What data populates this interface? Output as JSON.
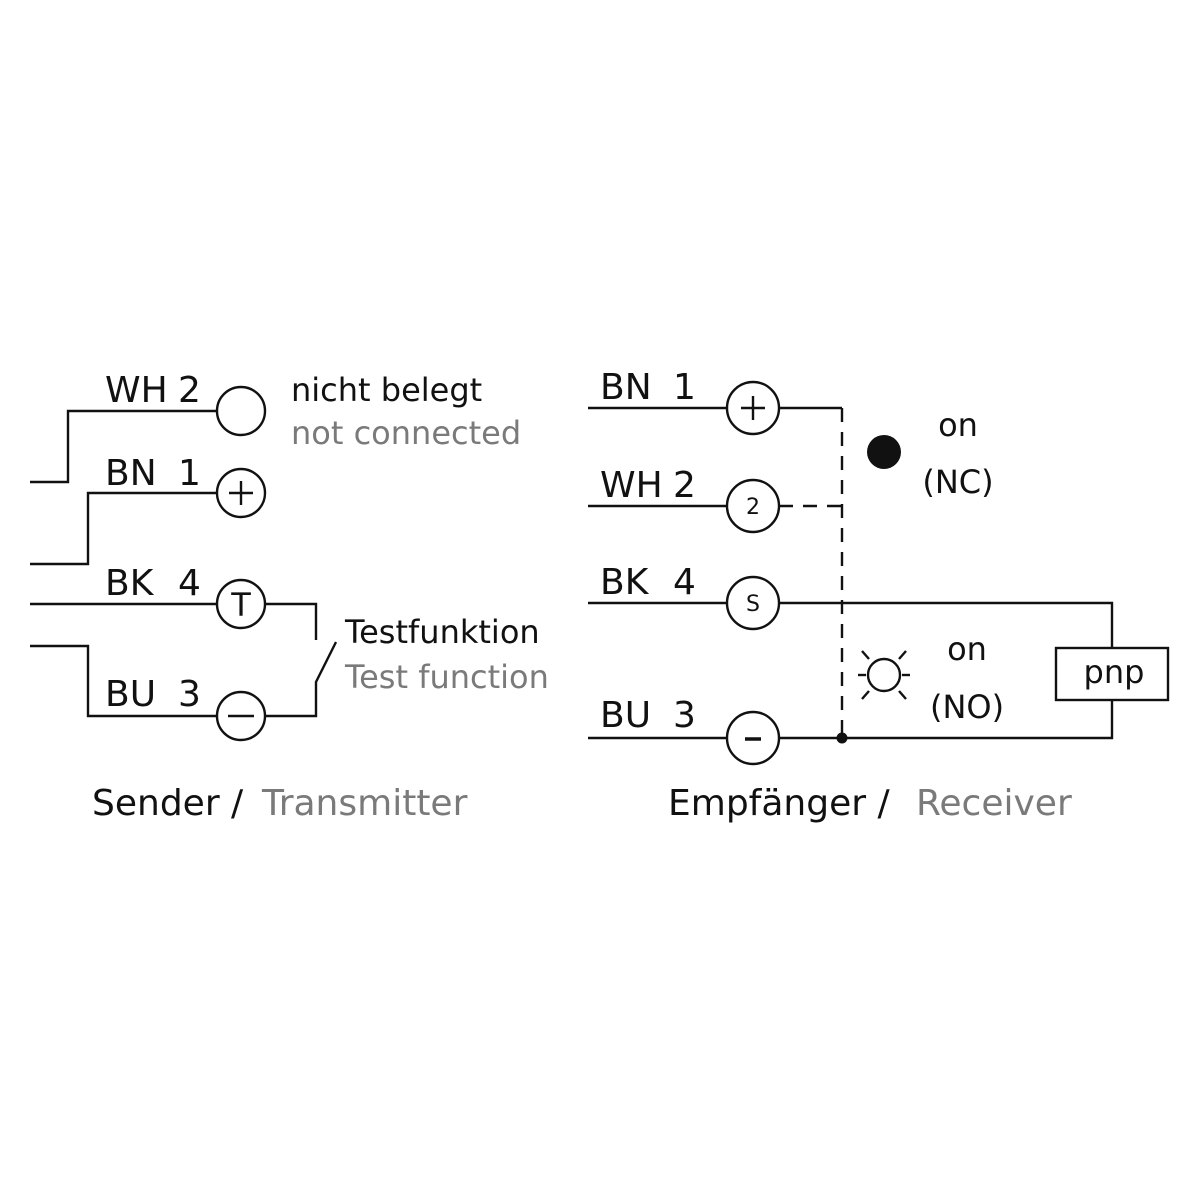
{
  "transmitter": {
    "caption_de": "Sender /",
    "caption_en": "Transmitter",
    "wires": [
      {
        "color_code": "WH",
        "pin": "2",
        "symbol": "empty"
      },
      {
        "color_code": "BN",
        "pin": "1",
        "symbol": "+"
      },
      {
        "color_code": "BK",
        "pin": "4",
        "symbol": "T"
      },
      {
        "color_code": "BU",
        "pin": "3",
        "symbol": "−"
      }
    ],
    "not_connected_de": "nicht belegt",
    "not_connected_en": "not connected",
    "test_function_de": "Testfunktion",
    "test_function_en": "Test function"
  },
  "receiver": {
    "caption_de": "Empfänger /",
    "caption_en": "Receiver",
    "wires": [
      {
        "color_code": "BN",
        "pin": "1",
        "symbol": "+"
      },
      {
        "color_code": "WH",
        "pin": "2",
        "symbol": "2"
      },
      {
        "color_code": "BK",
        "pin": "4",
        "symbol": "S"
      },
      {
        "color_code": "BU",
        "pin": "3",
        "symbol": "−"
      }
    ],
    "nc_state": "on",
    "nc_label": "(NC)",
    "no_state": "on",
    "no_label": "(NO)",
    "output_type": "pnp"
  },
  "colors": {
    "line": "#111111",
    "secondary_text": "#7a7a7a"
  }
}
